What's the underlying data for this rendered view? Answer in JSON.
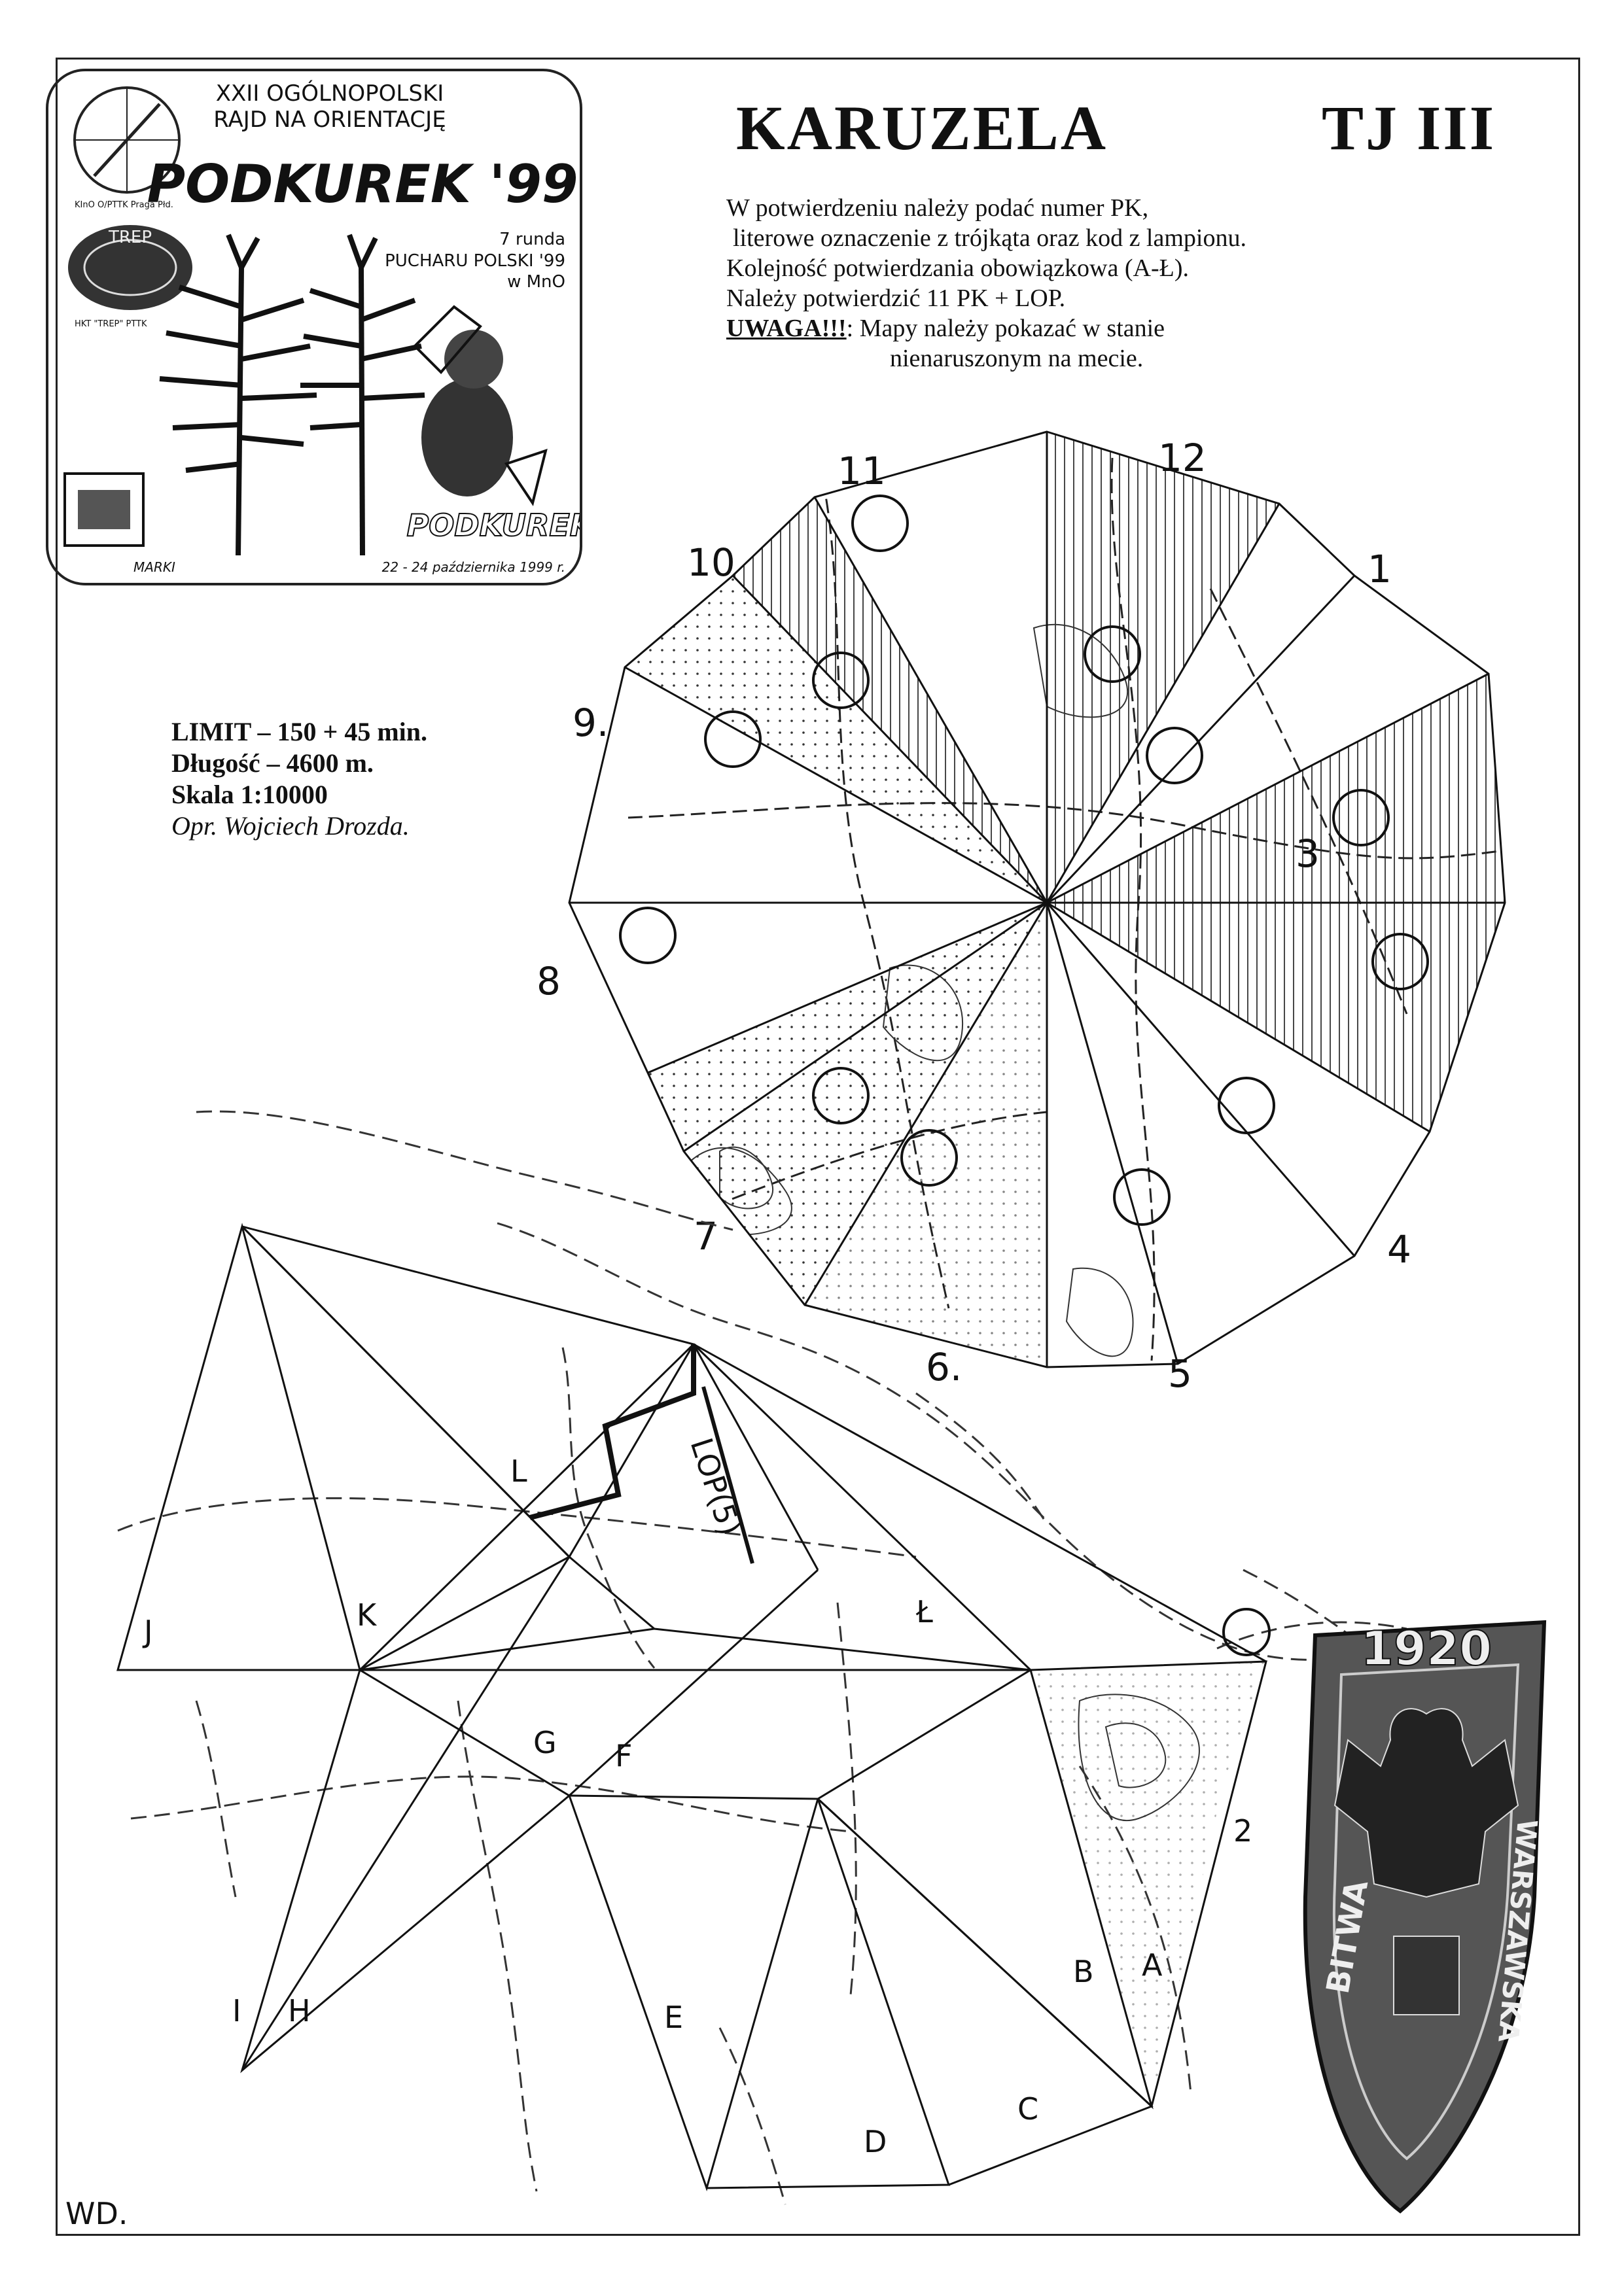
{
  "header": {
    "title": "KARUZELA",
    "category": "TJ III",
    "instructions": [
      "W potwierdzeniu należy podać numer PK,",
      "literowe oznaczenie z trójkąta oraz kod z lampionu.",
      "Kolejność potwierdzania obowiązkowa (A-Ł).",
      "Należy potwierdzić 11 PK + LOP."
    ],
    "warning_label": "UWAGA!!!",
    "warning_text_1": ": Mapy należy pokazać w stanie",
    "warning_text_2": "nienaruszonym na mecie."
  },
  "event_logo": {
    "line1": "XXII OGÓLNOPOLSKI",
    "line2": "RAJD NA ORIENTACJĘ",
    "name": "PODKUREK '99",
    "round": "7 runda",
    "cup": "PUCHARU POLSKI '99",
    "discipline": "w MnO",
    "org1": "KInO O/PTTK Praga Płd.",
    "org2": "HKT \"TREP\" PTTK",
    "badge_text": "TREP",
    "mascot_label": "PODKUREK",
    "town": "MARKI",
    "dates": "22 - 24 października 1999 r."
  },
  "course_info": {
    "limit": "LIMIT – 150 + 45 min.",
    "length": "Długość –  4600 m.",
    "scale": "Skala 1:10000",
    "author": "Opr. Wojciech Drozda."
  },
  "map_labels": {
    "sectors": [
      "1",
      "2",
      "3",
      "4",
      "5",
      "6.",
      "7",
      "8",
      "9.",
      "10",
      "11",
      "12"
    ],
    "letters": [
      "A",
      "B",
      "C",
      "D",
      "E",
      "F",
      "G",
      "H",
      "I",
      "J",
      "K",
      "L",
      "Ł"
    ],
    "lop": "LOP(5)",
    "initials": "WD.",
    "start_mark": "E"
  },
  "stamp": {
    "year": "1920",
    "text_left": "BITWA",
    "text_right": "WARSZAWSKA"
  }
}
